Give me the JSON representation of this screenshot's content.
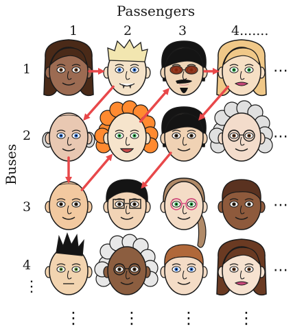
{
  "header": {
    "title": "Passengers"
  },
  "axis": {
    "row_title": "Buses"
  },
  "columns": [
    {
      "label": "1"
    },
    {
      "label": "2"
    },
    {
      "label": "3"
    },
    {
      "label": "4......."
    }
  ],
  "rows": [
    {
      "label": "1"
    },
    {
      "label": "2"
    },
    {
      "label": "3"
    },
    {
      "label": "4"
    }
  ],
  "row_overflow": "⋮",
  "col_overflow": "⋯",
  "colors": {
    "arrow": "#e8484a",
    "outline": "#1a1a1a"
  },
  "faces": [
    {
      "id": "r1c1",
      "skin": "#9c6b52",
      "hair": "#4a2a18",
      "hairStyle": "long-brown",
      "eye": "#6b4226",
      "mouth": "smile"
    },
    {
      "id": "r1c2",
      "skin": "#f4e2c8",
      "hair": "#f2e6b0",
      "hairStyle": "spiky-blond",
      "eye": "#2f6fd0",
      "mouth": "fangs"
    },
    {
      "id": "r1c3",
      "skin": "#f0d6b8",
      "hair": "#141414",
      "hairStyle": "black-bob",
      "eye": "#7a2a10",
      "mouth": "goatee",
      "glasses": "sunglasses"
    },
    {
      "id": "r1c4",
      "skin": "#f6dfc4",
      "hair": "#f0c888",
      "hairStyle": "long-blond",
      "eye": "#2ea84a",
      "mouth": "lipstick"
    },
    {
      "id": "r2c1",
      "skin": "#e9c8b2",
      "hair": "#d8d8d8",
      "hairStyle": "bald-grey",
      "eye": "#2f6fd0",
      "mouth": "smile"
    },
    {
      "id": "r2c2",
      "skin": "#f6e4cc",
      "hair": "#ff8a30",
      "hairStyle": "curly-orange",
      "eye": "#2ea84a",
      "mouth": "open"
    },
    {
      "id": "r2c3",
      "skin": "#f0d2b4",
      "hair": "#141414",
      "hairStyle": "black-hair",
      "eye": "#3a2a1a",
      "mouth": "smile"
    },
    {
      "id": "r2c4",
      "skin": "#f3dccb",
      "hair": "#e0e0e0",
      "hairStyle": "curly-white",
      "eye": "#6b4226",
      "mouth": "smile",
      "glasses": "round"
    },
    {
      "id": "r3c1",
      "skin": "#f2c9a0",
      "hair": "#e8b890",
      "hairStyle": "bald",
      "eye": "#3a2a1a",
      "mouth": "smile"
    },
    {
      "id": "r3c2",
      "skin": "#f2d4b6",
      "hair": "#141414",
      "hairStyle": "black-short",
      "eye": "#3a2a1a",
      "mouth": "smile",
      "glasses": "square"
    },
    {
      "id": "r3c3",
      "skin": "#f4dcc6",
      "hair": "#b08a68",
      "hairStyle": "braid",
      "eye": "#2ea84a",
      "mouth": "smile",
      "glasses": "pink"
    },
    {
      "id": "r3c4",
      "skin": "#8e5a3c",
      "hair": "#5a3220",
      "hairStyle": "short-brown",
      "eye": "#3a2a1a",
      "mouth": "smile"
    },
    {
      "id": "r4c1",
      "skin": "#f2d4b0",
      "hair": "#141414",
      "hairStyle": "mohawk",
      "eye": "#6ea04a",
      "mouth": "flat"
    },
    {
      "id": "r4c2",
      "skin": "#8c5e40",
      "hair": "#e8e8e8",
      "hairStyle": "curly-white",
      "eye": "#3a2a1a",
      "mouth": "smile",
      "glasses": "round"
    },
    {
      "id": "r4c3",
      "skin": "#f4dcc6",
      "hair": "#b0683a",
      "hairStyle": "short-red",
      "eye": "#2f6fd0",
      "mouth": "smile"
    },
    {
      "id": "r4c4",
      "skin": "#f6e2d0",
      "hair": "#6a3a22",
      "hairStyle": "long-brown",
      "eye": "#6b4226",
      "mouth": "lipstick"
    }
  ],
  "arrows": [
    {
      "from": "r1c1",
      "to": "r1c2"
    },
    {
      "from": "r1c2",
      "to": "r2c1"
    },
    {
      "from": "r2c1",
      "to": "r3c1"
    },
    {
      "from": "r3c1",
      "to": "r2c2"
    },
    {
      "from": "r2c2",
      "to": "r1c3"
    },
    {
      "from": "r1c3",
      "to": "r1c4"
    },
    {
      "from": "r1c4",
      "to": "r2c3"
    },
    {
      "from": "r2c3",
      "to": "r3c2"
    }
  ]
}
